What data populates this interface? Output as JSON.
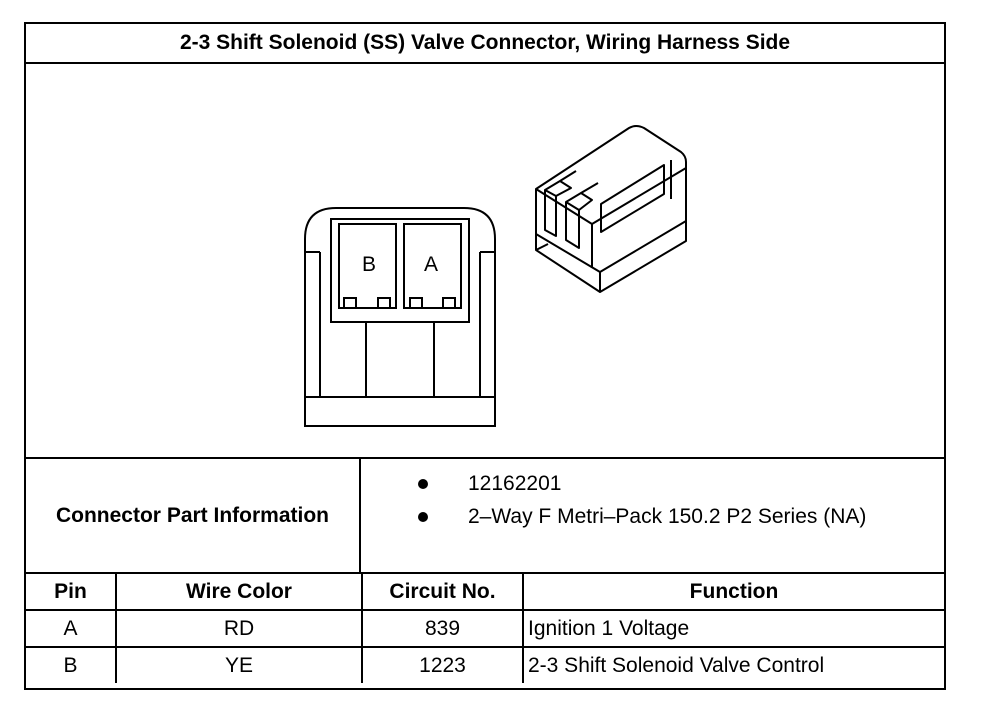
{
  "title": "2-3 Shift Solenoid (SS) Valve Connector, Wiring Harness Side",
  "figure": {
    "cavity_labels": [
      "B",
      "A"
    ]
  },
  "connector_info": {
    "label": "Connector Part Information",
    "items": [
      "12162201",
      "2–Way F Metri–Pack 150.2 P2 Series (NA)"
    ]
  },
  "pin_table": {
    "headers": [
      "Pin",
      "Wire Color",
      "Circuit No.",
      "Function"
    ],
    "rows": [
      [
        "A",
        "RD",
        "839",
        "Ignition 1 Voltage"
      ],
      [
        "B",
        "YE",
        "1223",
        "2-3 Shift Solenoid Valve Control"
      ]
    ]
  }
}
